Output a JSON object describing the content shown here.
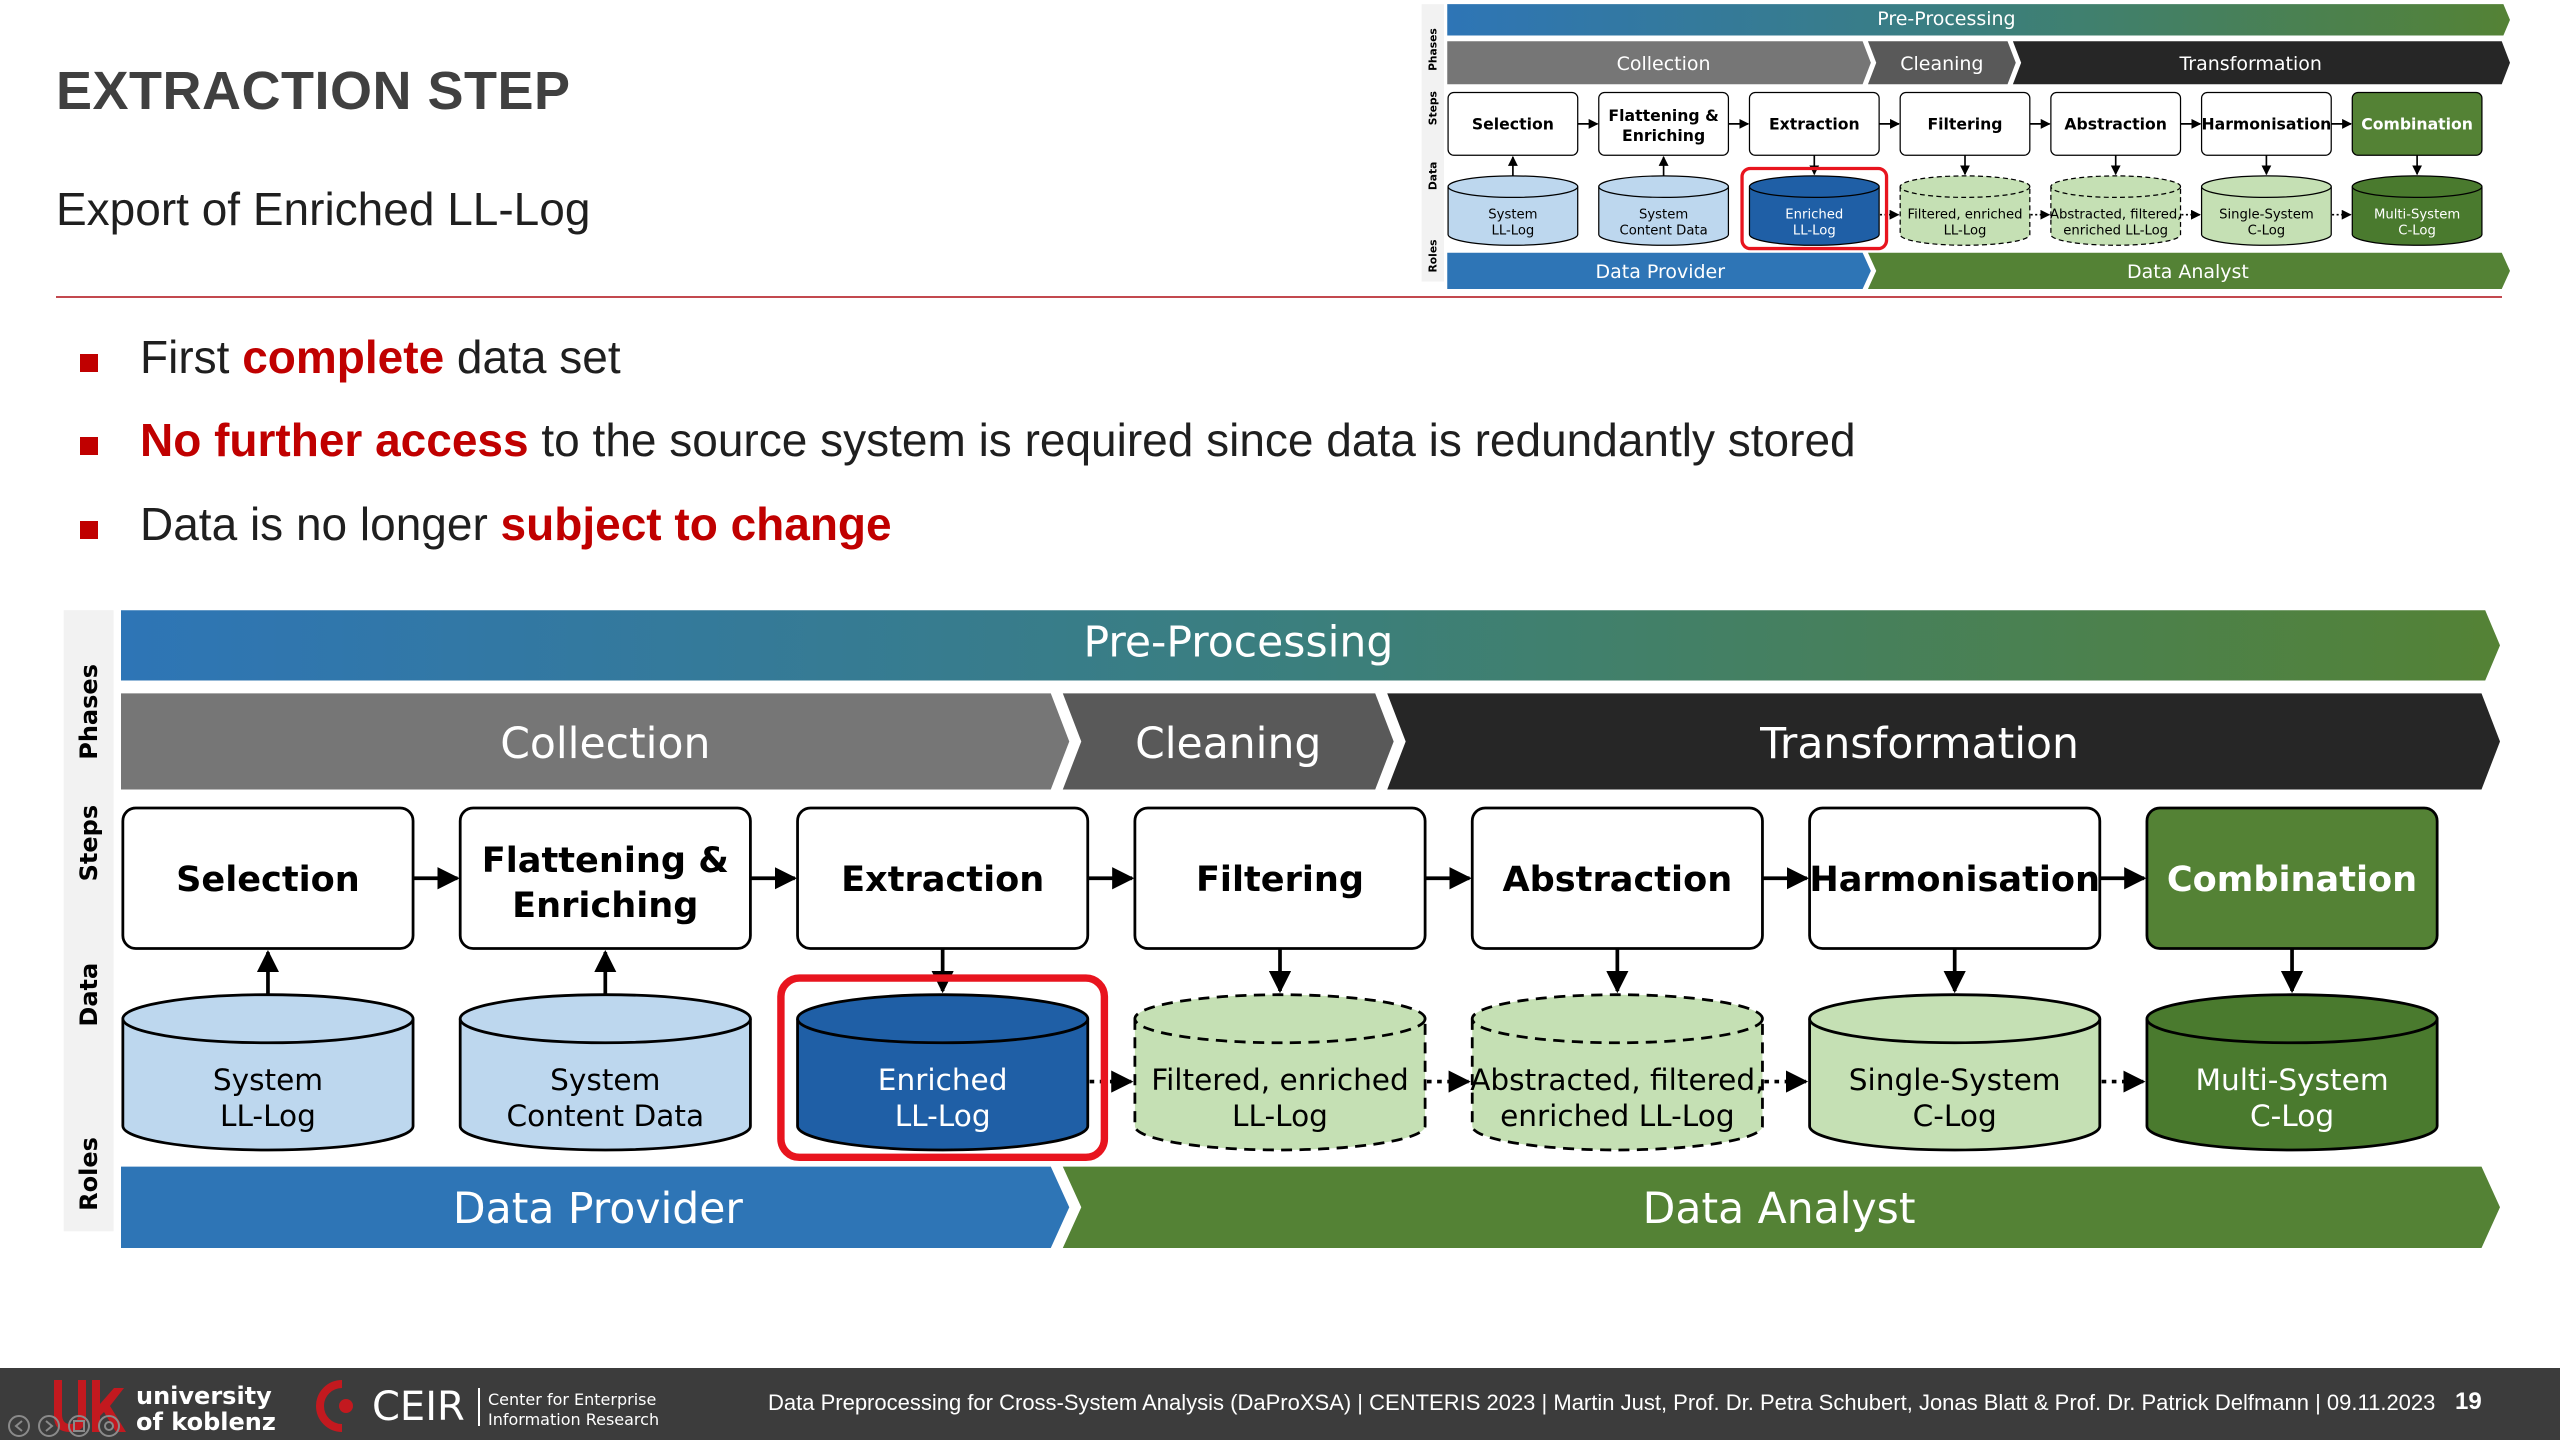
{
  "slide": {
    "title": "EXTRACTION STEP",
    "subtitle": "Export of Enriched LL-Log",
    "page_number": "19"
  },
  "bullets": [
    {
      "before": "First ",
      "highlight": "complete",
      "after": " data set"
    },
    {
      "before": "",
      "highlight": "No further access",
      "after": " to the source system is required since data is redundantly stored"
    },
    {
      "before": "Data is no longer ",
      "highlight": "subject to change",
      "after": ""
    }
  ],
  "diagram": {
    "side_labels": {
      "phases": "Phases",
      "steps": "Steps",
      "data": "Data",
      "roles": "Roles"
    },
    "preprocessing": "Pre-Processing",
    "phases": {
      "collection": "Collection",
      "cleaning": "Cleaning",
      "transformation": "Transformation"
    },
    "steps": {
      "selection": "Selection",
      "flattening_line1": "Flattening &",
      "flattening_line2": "Enriching",
      "extraction": "Extraction",
      "filtering": "Filtering",
      "abstraction": "Abstraction",
      "harmonisation": "Harmonisation",
      "combination": "Combination"
    },
    "data": {
      "system_ll_log": {
        "line1": "System",
        "line2": "LL-Log"
      },
      "system_content": {
        "line1": "System",
        "line2": "Content Data"
      },
      "enriched": {
        "line1": "Enriched",
        "line2": "LL-Log"
      },
      "filtered": {
        "line1": "Filtered, enriched",
        "line2": "LL-Log"
      },
      "abstracted": {
        "line1": "Abstracted, filtered,",
        "line2": "enriched LL-Log"
      },
      "single_system": {
        "line1": "Single-System",
        "line2": "C-Log"
      },
      "multi_system": {
        "line1": "Multi-System",
        "line2": "C-Log"
      }
    },
    "roles": {
      "provider": "Data Provider",
      "analyst": "Data Analyst"
    },
    "highlighted": "Extraction"
  },
  "footer": {
    "text": "Data Preprocessing for Cross-System Analysis (DaProXSA) | CENTERIS 2023 | Martin Just, Prof. Dr. Petra Schubert, Jonas Blatt & Prof. Dr. Patrick Delfmann | 09.11.2023",
    "university_line1": "university",
    "university_line2": "of koblenz",
    "ceir_name": "CEIR",
    "ceir_line1": "Center for Enterprise",
    "ceir_line2": "Information Research"
  },
  "colors": {
    "accent_red": "#c00000",
    "blue": "#2e75b6",
    "dark_blue": "#1f5fa6",
    "green": "#548235",
    "dark_green": "#4a7a2e",
    "light_blue": "#bdd7ee",
    "light_green": "#c5e0b4",
    "grey": "#767676",
    "dark": "#262626",
    "highlight_border": "#e8141e"
  }
}
